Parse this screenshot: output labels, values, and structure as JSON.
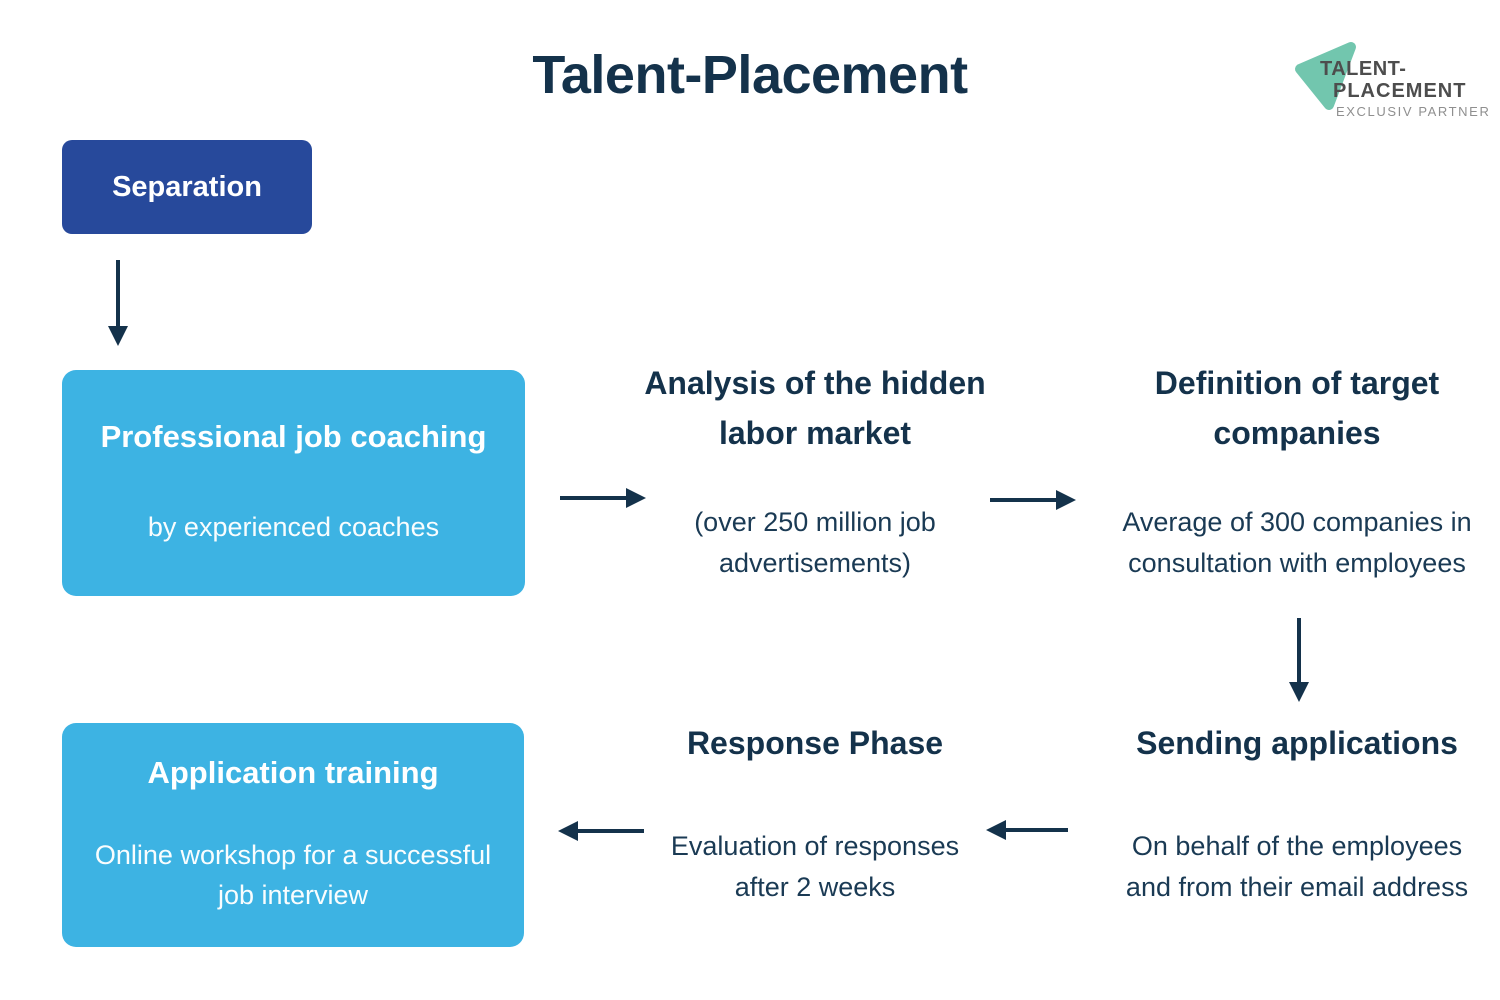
{
  "page": {
    "title": "Talent-Placement",
    "background": "#ffffff"
  },
  "logo": {
    "line1": "TALENT-",
    "line2": "PLACEMENT",
    "tagline": "EXCLUSIV PARTNER",
    "triangle_color": "#72C6AE",
    "text_color": "#4D4D4D",
    "tagline_color": "#8F8F8F"
  },
  "colors": {
    "navy_text": "#14324B",
    "dark_blue_box": "#27499B",
    "sky_blue_box": "#3DB3E3",
    "arrow": "#14324B"
  },
  "nodes": {
    "separation": {
      "label": "Separation"
    },
    "coaching": {
      "title": "Professional job coaching",
      "subtitle": "by experienced coaches"
    },
    "analysis": {
      "title": "Analysis of the hidden\nlabor market",
      "subtitle": "(over 250 million job\nadvertisements)"
    },
    "definition": {
      "title": "Definition of target\ncompanies",
      "subtitle": "Average of 300 companies in\nconsultation with employees"
    },
    "sending": {
      "title": "Sending applications",
      "subtitle": "On behalf of the employees\nand from their email address"
    },
    "response": {
      "title": "Response Phase",
      "subtitle": "Evaluation of responses\nafter 2 weeks"
    },
    "training": {
      "title": "Application training",
      "subtitle": "Online workshop for a successful\njob interview"
    }
  }
}
